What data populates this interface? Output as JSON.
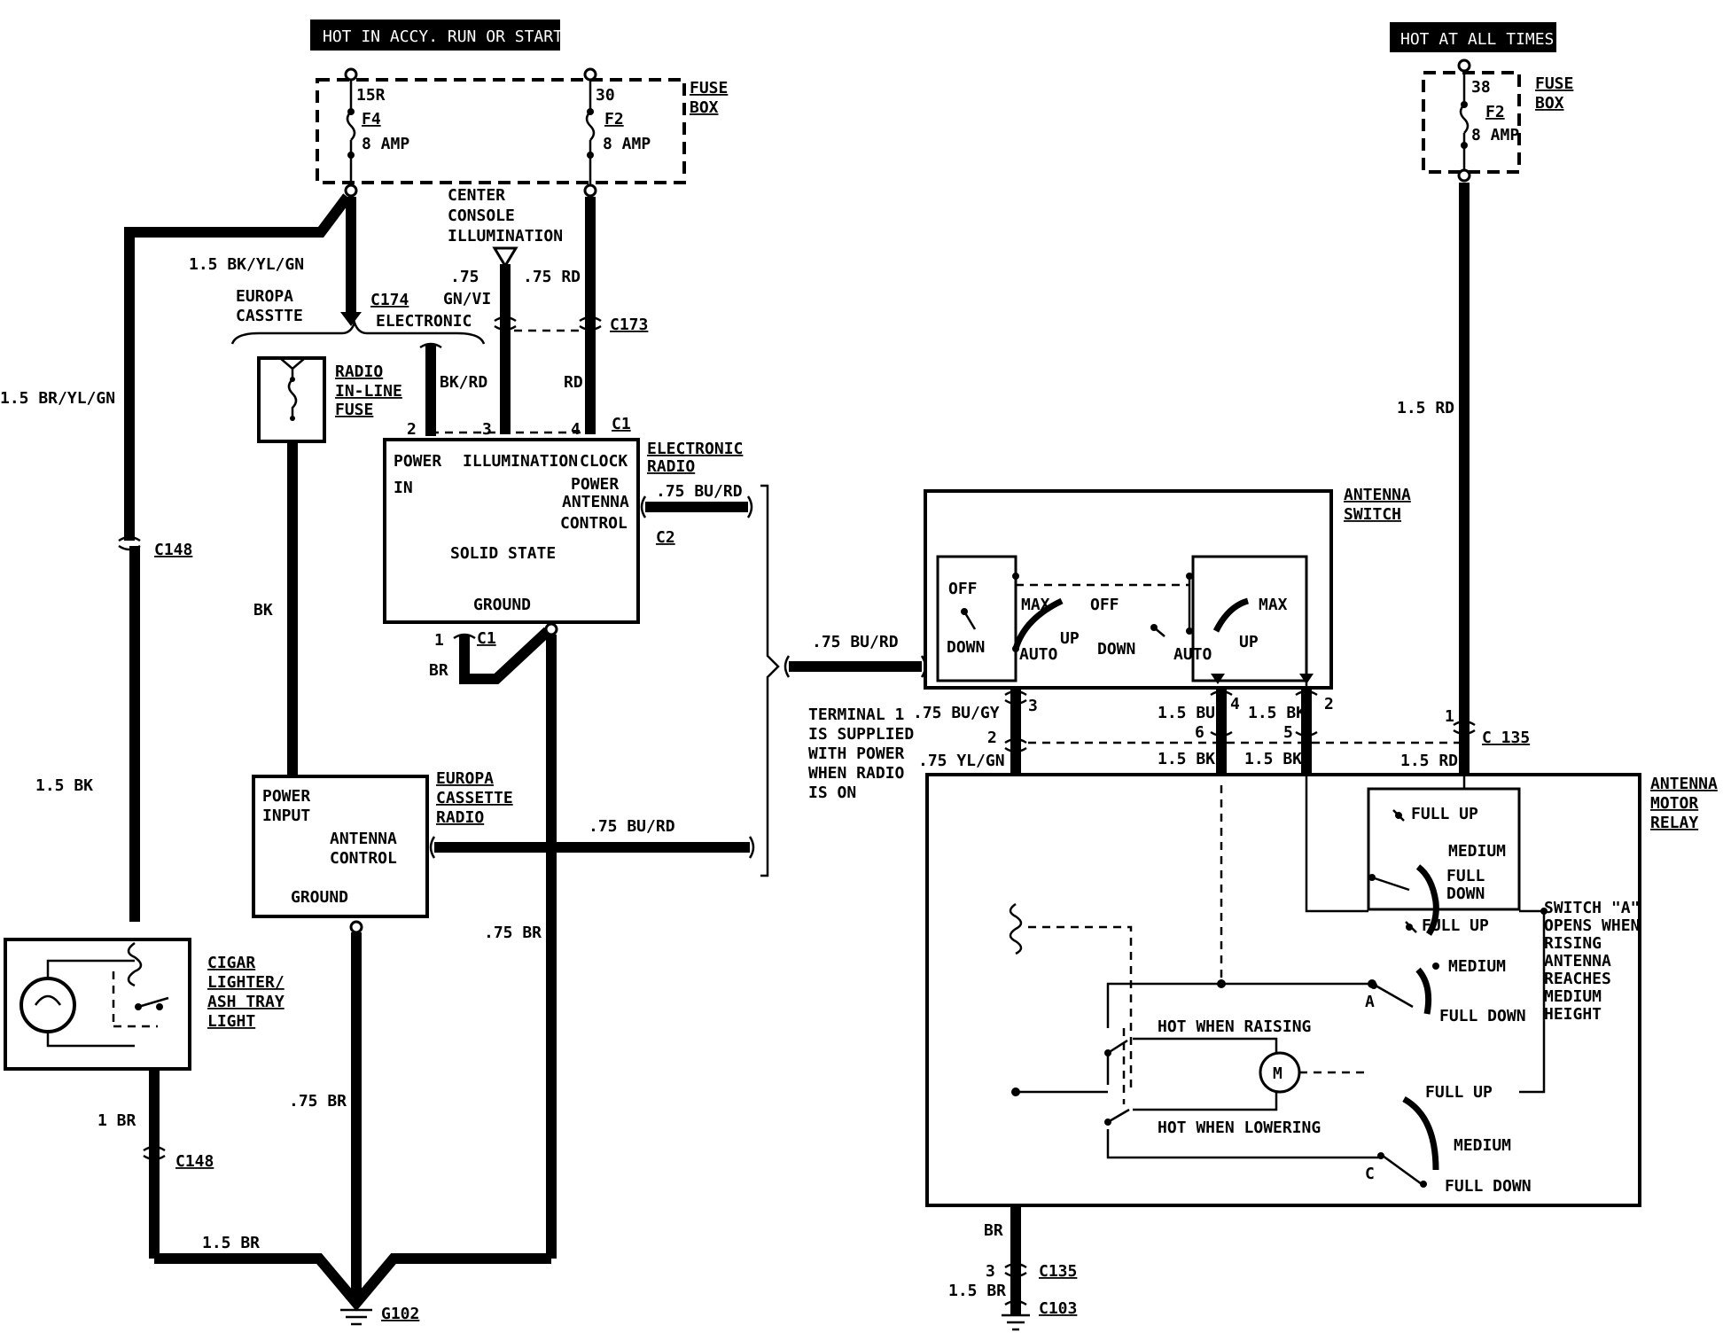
{
  "labels": {
    "hot_accy": "HOT IN ACCY. RUN OR START",
    "hot_all": "HOT AT ALL TIMES",
    "fuse_box_l1": "FUSE",
    "fuse_box_l2": "BOX",
    "f4_term": "15R",
    "f4_name": "F4",
    "f4_amp": "8 AMP",
    "f2_term": "30",
    "f2_name": "F2",
    "f2_amp": "8 AMP",
    "f2r_term": "38",
    "f2r_name": "F2",
    "f2r_amp": "8 AMP",
    "center_console_1": "CENTER",
    "center_console_2": "CONSOLE",
    "center_console_3": "ILLUMINATION",
    "w_15bkylgn": "1.5 BK/YL/GN",
    "w_15bryelgn": "1.5 BR/YL/GN",
    "w_075gnvi_1": ".75",
    "w_075gnvi_2": "GN/VI",
    "w_075rd": ".75 RD",
    "c174": "C174",
    "c173": "C173",
    "c148": "C148",
    "c148b": "C148",
    "europa_cassette_1": "EUROPA",
    "europa_cassette_2": "CASSTTE",
    "electronic": "ELECTRONIC",
    "radio_fuse_1": "RADIO",
    "radio_fuse_2": "IN-LINE",
    "radio_fuse_3": "FUSE",
    "w_bkrd": "BK/RD",
    "w_rd": "RD",
    "pin2": "2",
    "pin3": "3",
    "pin4": "4",
    "c1": "C1",
    "c1b": "C1",
    "pin1": "1",
    "w_br": "BR",
    "radio_power": "POWER",
    "radio_illum": "ILLUMINATION",
    "radio_clock": "CLOCK",
    "radio_in": "IN",
    "radio_power_ant_1": "POWER",
    "radio_power_ant_2": "ANTENNA",
    "radio_power_ant_3": "CONTROL",
    "radio_solid": "SOLID STATE",
    "radio_ground": "GROUND",
    "electronic_radio_1": "ELECTRONIC",
    "electronic_radio_2": "RADIO",
    "w_075burd_a": ".75 BU/RD",
    "c2": "C2",
    "w_bk": "BK",
    "w_075burd_b": ".75 BU/RD",
    "w_075burd_c": ".75 BU/RD",
    "w_15bk_left": "1.5 BK",
    "europa_power_1": "POWER",
    "europa_power_2": "INPUT",
    "europa_ant_1": "ANTENNA",
    "europa_ant_2": "CONTROL",
    "europa_ground": "GROUND",
    "europa_radio_1": "EUROPA",
    "europa_radio_2": "CASSETTE",
    "europa_radio_3": "RADIO",
    "w_075br_a": ".75 BR",
    "w_075br_b": ".75 BR",
    "cigar_1": "CIGAR",
    "cigar_2": "LIGHTER/",
    "cigar_3": "ASH TRAY",
    "cigar_4": "LIGHT",
    "w_1br": "1 BR",
    "w_15br": "1.5 BR",
    "g102": "G102",
    "term_note_1": "TERMINAL 1",
    "term_note_2": "IS SUPPLIED",
    "term_note_3": "WITH POWER",
    "term_note_4": "WHEN RADIO",
    "term_note_5": "IS ON",
    "antenna_switch_1": "ANTENNA",
    "antenna_switch_2": "SWITCH",
    "sw_off": "OFF",
    "sw_down": "DOWN",
    "sw_max": "MAX",
    "sw_up": "UP",
    "sw_auto": "AUTO",
    "sw_off2": "OFF",
    "sw_down2": "DOWN",
    "sw_auto2": "AUTO",
    "sw_max2": "MAX",
    "sw_up2": "UP",
    "w_075bugy": ".75 BU/GY",
    "w_075ylgn": ".75 YL/GN",
    "p3": "3",
    "p2": "2",
    "w_15bu": "1.5 BU",
    "p4": "4",
    "p6": "6",
    "w_15bk_a": "1.5 BK",
    "p2b": "2",
    "p5": "5",
    "w_15bk_b": "1.5 BK",
    "w_15bk_c": "1.5 BK",
    "p1": "1",
    "c135": "C 135",
    "w_15rd": "1.5 RD",
    "w_15rd_top": "1.5 RD",
    "relay_1": "ANTENNA",
    "relay_2": "MOTOR",
    "relay_3": "RELAY",
    "full_up_1": "FULL  UP",
    "medium_1": "MEDIUM",
    "full_down_1a": "FULL",
    "full_down_1b": "DOWN",
    "full_up_2": "FULL UP",
    "medium_2": "MEDIUM",
    "full_down_2": "FULL DOWN",
    "full_up_3": "FULL UP",
    "medium_3": "MEDIUM",
    "full_down_3": "FULL  DOWN",
    "hot_raising": "HOT WHEN RAISING",
    "hot_lowering": "HOT WHEN LOWERING",
    "sw_a": "A",
    "sw_c": "C",
    "motor": "M",
    "switch_note_1": "SWITCH \"A\"",
    "switch_note_2": "OPENS WHEN",
    "switch_note_3": "RISING",
    "switch_note_4": "ANTENNA",
    "switch_note_5": "REACHES",
    "switch_note_6": "MEDIUM",
    "switch_note_7": "HEIGHT",
    "w_br_bot": "BR",
    "p3b": "3",
    "c135b": "C135",
    "w_15br_bot": "1.5 BR",
    "c103": "C103"
  }
}
